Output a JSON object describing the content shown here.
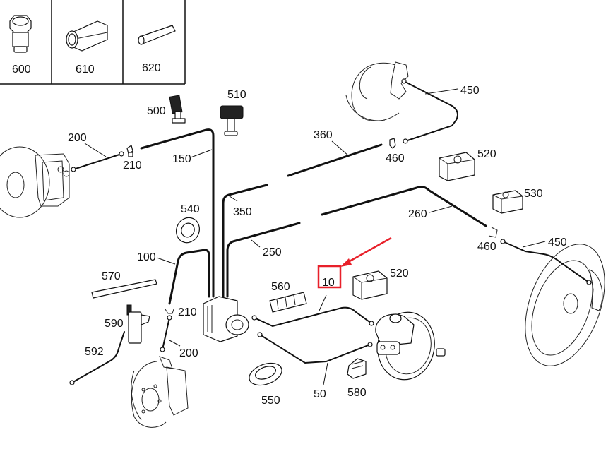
{
  "diagram": {
    "type": "exploded parts diagram",
    "subject": "Brake lines / brake booster assembly",
    "highlight": {
      "part": "10",
      "color": "#e8202a",
      "note": "red box and arrow pointing to part label 10"
    },
    "inset_parts": [
      {
        "label": "600",
        "icon": "fitting-nut-icon"
      },
      {
        "label": "610",
        "icon": "hex-coupler-icon"
      },
      {
        "label": "620",
        "icon": "sleeve-tube-icon"
      }
    ],
    "labels": {
      "p10": "10",
      "p50": "50",
      "p100": "100",
      "p150": "150",
      "p200_front": "200",
      "p200_lower": "200",
      "p210_front": "210",
      "p210_lower": "210",
      "p250": "250",
      "p260": "260",
      "p350": "350",
      "p360": "360",
      "p450_top": "450",
      "p450_right": "450",
      "p460_top": "460",
      "p460_right": "460",
      "p500": "500",
      "p510": "510",
      "p520_top": "520",
      "p520_mid": "520",
      "p530": "530",
      "p540": "540",
      "p550": "550",
      "p560": "560",
      "p570": "570",
      "p580": "580",
      "p590": "590",
      "p592": "592"
    },
    "components": [
      "front-left-brake-disc",
      "rear-left-brake-disc",
      "rear-right-brake-disc",
      "lower-left-brake-disc",
      "abs-hydraulic-unit",
      "brake-booster-master-cylinder"
    ]
  }
}
